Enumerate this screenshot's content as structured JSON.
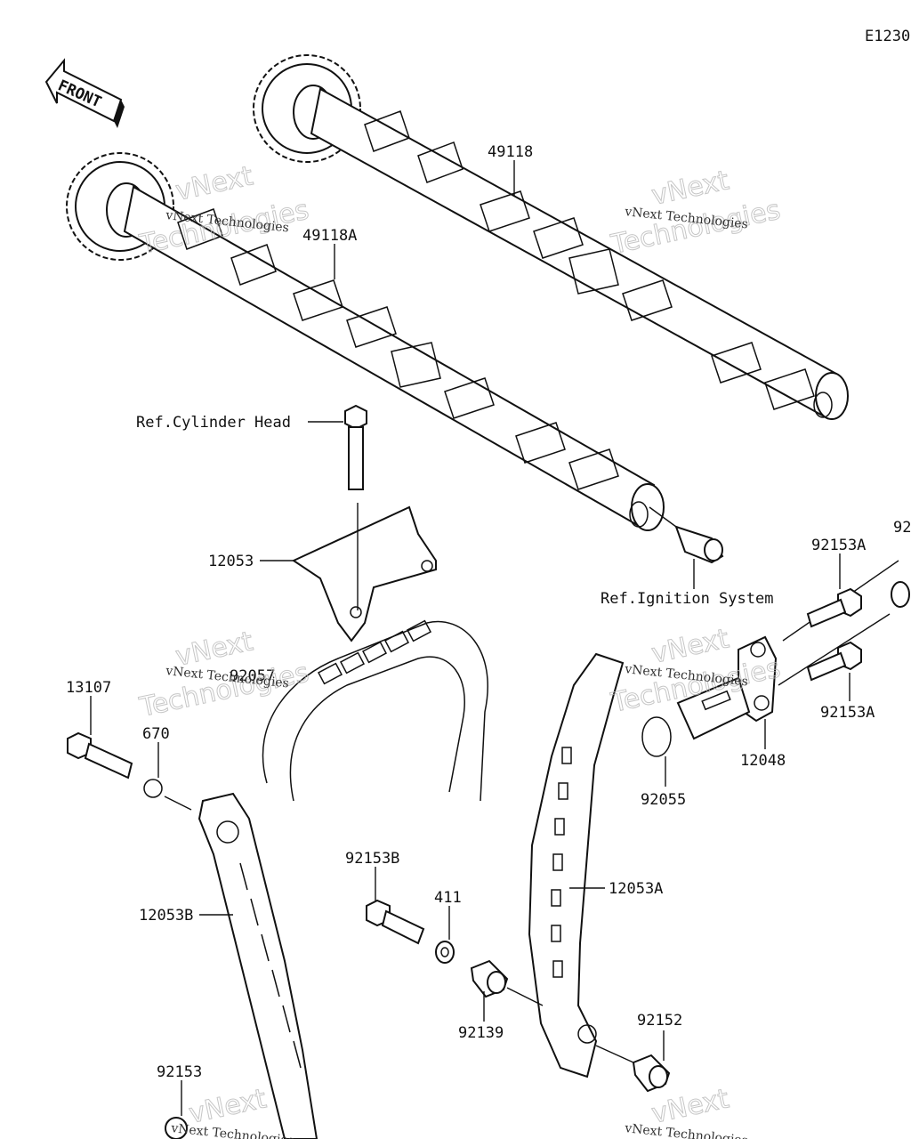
{
  "page_code": "E1230",
  "front_label": "FRONT",
  "parts": {
    "camshaft_exhaust": "49118",
    "camshaft_intake": "49118A",
    "cylinder_head_ref": "Ref.Cylinder Head",
    "guide_upper": "12053",
    "ignition_ref": "Ref.Ignition System",
    "bolt_tensioner_top": "92153A",
    "bolt_tensioner_bottom": "92153A",
    "tensioner": "12048",
    "chain": "92057",
    "bolt_pivot": "13107",
    "oring_670": "670",
    "oring_92055": "92055",
    "guide_right": "12053A",
    "guide_left": "12053B",
    "bolt_92153B": "92153B",
    "washer_411": "411",
    "collar_92139": "92139",
    "collar_92152": "92152",
    "bolt_92153": "92153",
    "cut_off_label": "92"
  },
  "watermark": {
    "brand": "vNext Technologies",
    "big_top": "vNext",
    "big_bottom": "Technologies"
  }
}
